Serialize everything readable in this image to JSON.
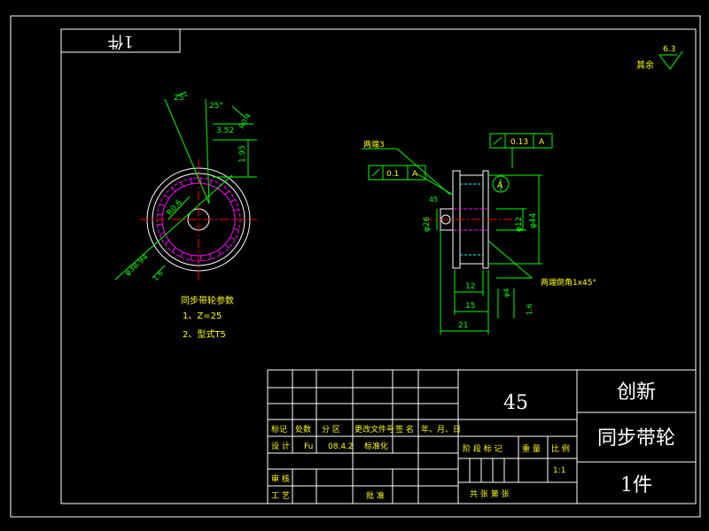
{
  "corner_label": "1件",
  "surface_roughness": {
    "value": "6.3",
    "label": "其余"
  },
  "front_view": {
    "angle_1": "25°",
    "angle_2": "25°",
    "dim_tooth_width": "3.52",
    "dim_tooth_height": "1.95",
    "dim_radius": "R0.6",
    "dim_outer_dia": "φ38.94",
    "dim_chamfer": "1.6",
    "dim_r_small": "R0.4"
  },
  "params": {
    "title": "同步带轮参数",
    "items": [
      "1、Z=25",
      "2、型式T5"
    ]
  },
  "side_view": {
    "note_crimp": "两端3",
    "note_chamfer": "两端倒角1x45°",
    "tol_flatness": "0.13",
    "tol_flatness_datum": "A",
    "tol_runout": "0.1",
    "tol_runout_datum": "A",
    "datum_label": "A",
    "dim_left_dia": "φ26",
    "dim_bore": "φ12",
    "dim_od": "φ44",
    "dim_12": "12",
    "dim_15": "15",
    "dim_21": "21",
    "dim_small": "φ4",
    "dim_small2": "1.6"
  },
  "title_block": {
    "material": "45",
    "company": "创新",
    "part_name": "同步带轮",
    "qty": "1件",
    "headers": [
      "标记",
      "处数",
      "分 区",
      "更改文件号",
      "签 名",
      "年、月、日"
    ],
    "row_design": [
      "设 计",
      "Fu",
      "08.4.2",
      "标准化"
    ],
    "stage_labels": [
      "阶 段 标 记",
      "重 量",
      "比 例"
    ],
    "scale": "1:1",
    "review": "审 核",
    "process": "工 艺",
    "approve": "批 准",
    "sheets": "共   张  第   张"
  }
}
